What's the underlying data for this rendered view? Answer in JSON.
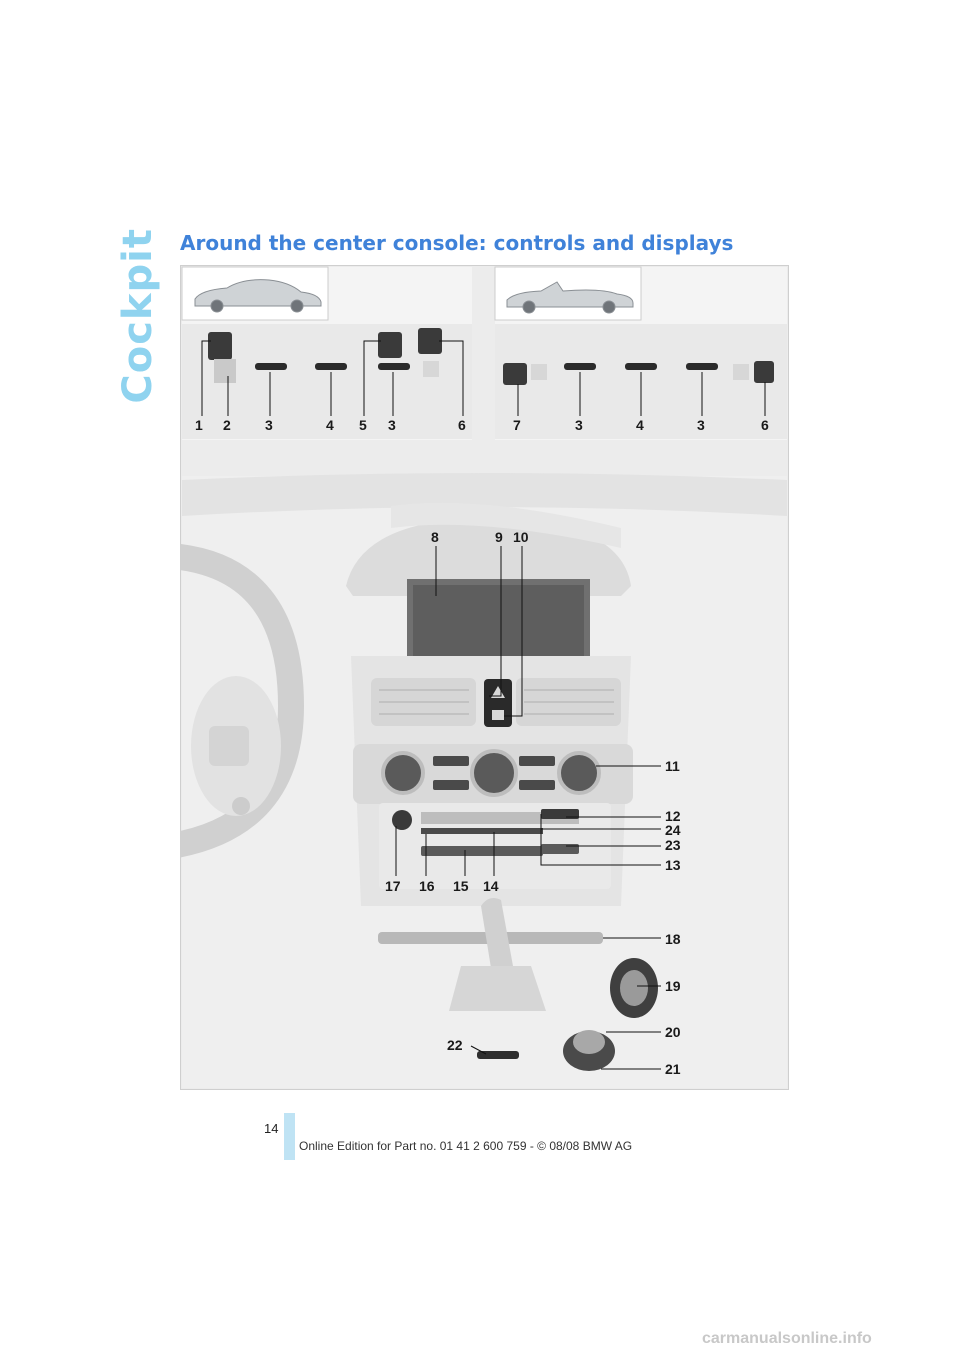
{
  "page": {
    "section": "Cockpit",
    "heading": "Around the center console: controls and displays",
    "page_number": "14",
    "footer": "Online Edition for Part no. 01 41 2 600 759 - © 08/08 BMW AG",
    "watermark": "carmanualsonline.info"
  },
  "figure": {
    "coupe_labels": [
      "1",
      "2",
      "3",
      "4",
      "5",
      "3",
      "6"
    ],
    "convertible_labels": [
      "7",
      "3",
      "4",
      "3",
      "6"
    ],
    "callouts": [
      "8",
      "9",
      "10",
      "11",
      "12",
      "24",
      "23",
      "13",
      "17",
      "16",
      "15",
      "14",
      "18",
      "19",
      "20",
      "21",
      "22"
    ]
  },
  "colors": {
    "accent": "#3f82d9",
    "section_tab": "#8fd3ef",
    "footer_bar": "#bfe3f4"
  }
}
